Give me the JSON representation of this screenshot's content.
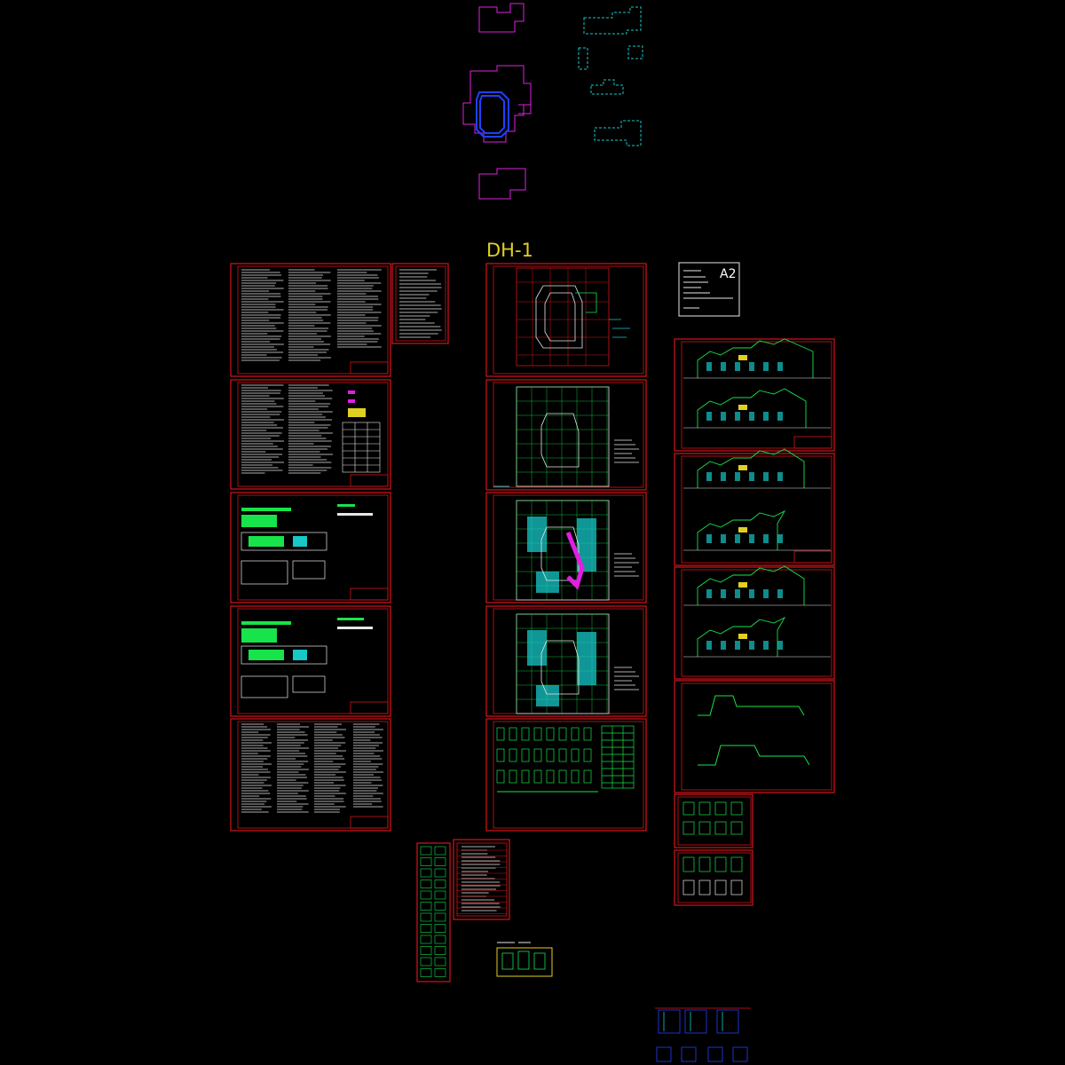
{
  "drawing_title": "DH-1",
  "paper_size_label": "A2",
  "colors": {
    "background": "#000000",
    "sheet_border": "#d4141a",
    "text_lines": "#e8e8e8",
    "green": "#17e34a",
    "cyan": "#16c8c8",
    "magenta": "#e020e0",
    "yellow": "#e0d020",
    "blue": "#2040ff"
  },
  "sheets": {
    "notes_column": [
      "design-notes-1",
      "design-notes-2",
      "energy-table-1",
      "energy-table-2",
      "material-notes"
    ],
    "plans_column": [
      "site-plan",
      "floor-plan-1",
      "floor-plan-2",
      "roof-plan",
      "door-window-details"
    ],
    "elevations_column": [
      "elevation-1",
      "elevation-2",
      "elevation-3",
      "section"
    ],
    "small_sheets": [
      "drawing-index",
      "detail-strip",
      "schedule-table",
      "detail-sheet-small",
      "stair-details-1",
      "stair-details-2",
      "wall-details"
    ]
  }
}
